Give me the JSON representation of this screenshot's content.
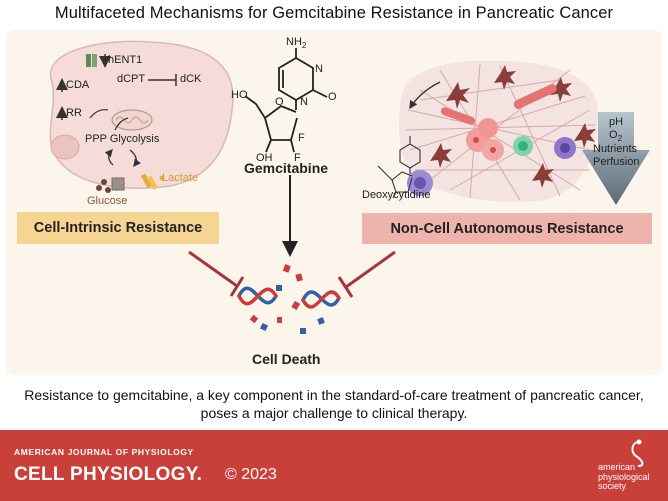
{
  "title": "Multifaceted Mechanisms for Gemcitabine Resistance in Pancreatic Cancer",
  "intrinsic": {
    "hENT1": "hENT1",
    "CDA": "CDA",
    "dCPT": "dCPT",
    "dCK": "dCK",
    "RR": "RR",
    "ppp": "PPP Glycolysis",
    "glucose": "Glucose",
    "lactate": "Lactate",
    "box_label": "Cell-Intrinsic Resistance"
  },
  "center": {
    "gemcitabine": "Gemcitabine",
    "nh2": "NH",
    "nh2_sub": "2",
    "ho": "HO",
    "oh": "OH",
    "f1": "F",
    "f2": "F",
    "o_ring": "O",
    "o_carbonyl": "O",
    "n1": "N",
    "n2": "N",
    "cell_death": "Cell Death"
  },
  "noncell": {
    "ph": "pH",
    "o2": "O",
    "o2_sub": "2",
    "nutrients": "Nutrients",
    "perfusion": "Perfusion",
    "deoxycytidine": "Deoxycytidine",
    "box_label": "Non-Cell Autonomous Resistance"
  },
  "caption": "Resistance to gemcitabine, a key component in the standard-of-care treatment of pancreatic cancer, poses a major challenge to clinical therapy.",
  "footer": {
    "journal_top": "AMERICAN JOURNAL OF PHYSIOLOGY",
    "journal_name": "CELL PHYSIOLOGY.",
    "year": "© 2023",
    "society_line1": "american",
    "society_line2": "physiological",
    "society_line3": "society"
  },
  "colors": {
    "panel_bg": "#fbf5ec",
    "intrinsic_box": "#f6d592",
    "noncell_box": "#eeb3ac",
    "inhibit_arrow": "#a8333a",
    "footer": "#c9403b",
    "dna_red": "#cf3a3a",
    "dna_blue": "#2f63a5"
  }
}
